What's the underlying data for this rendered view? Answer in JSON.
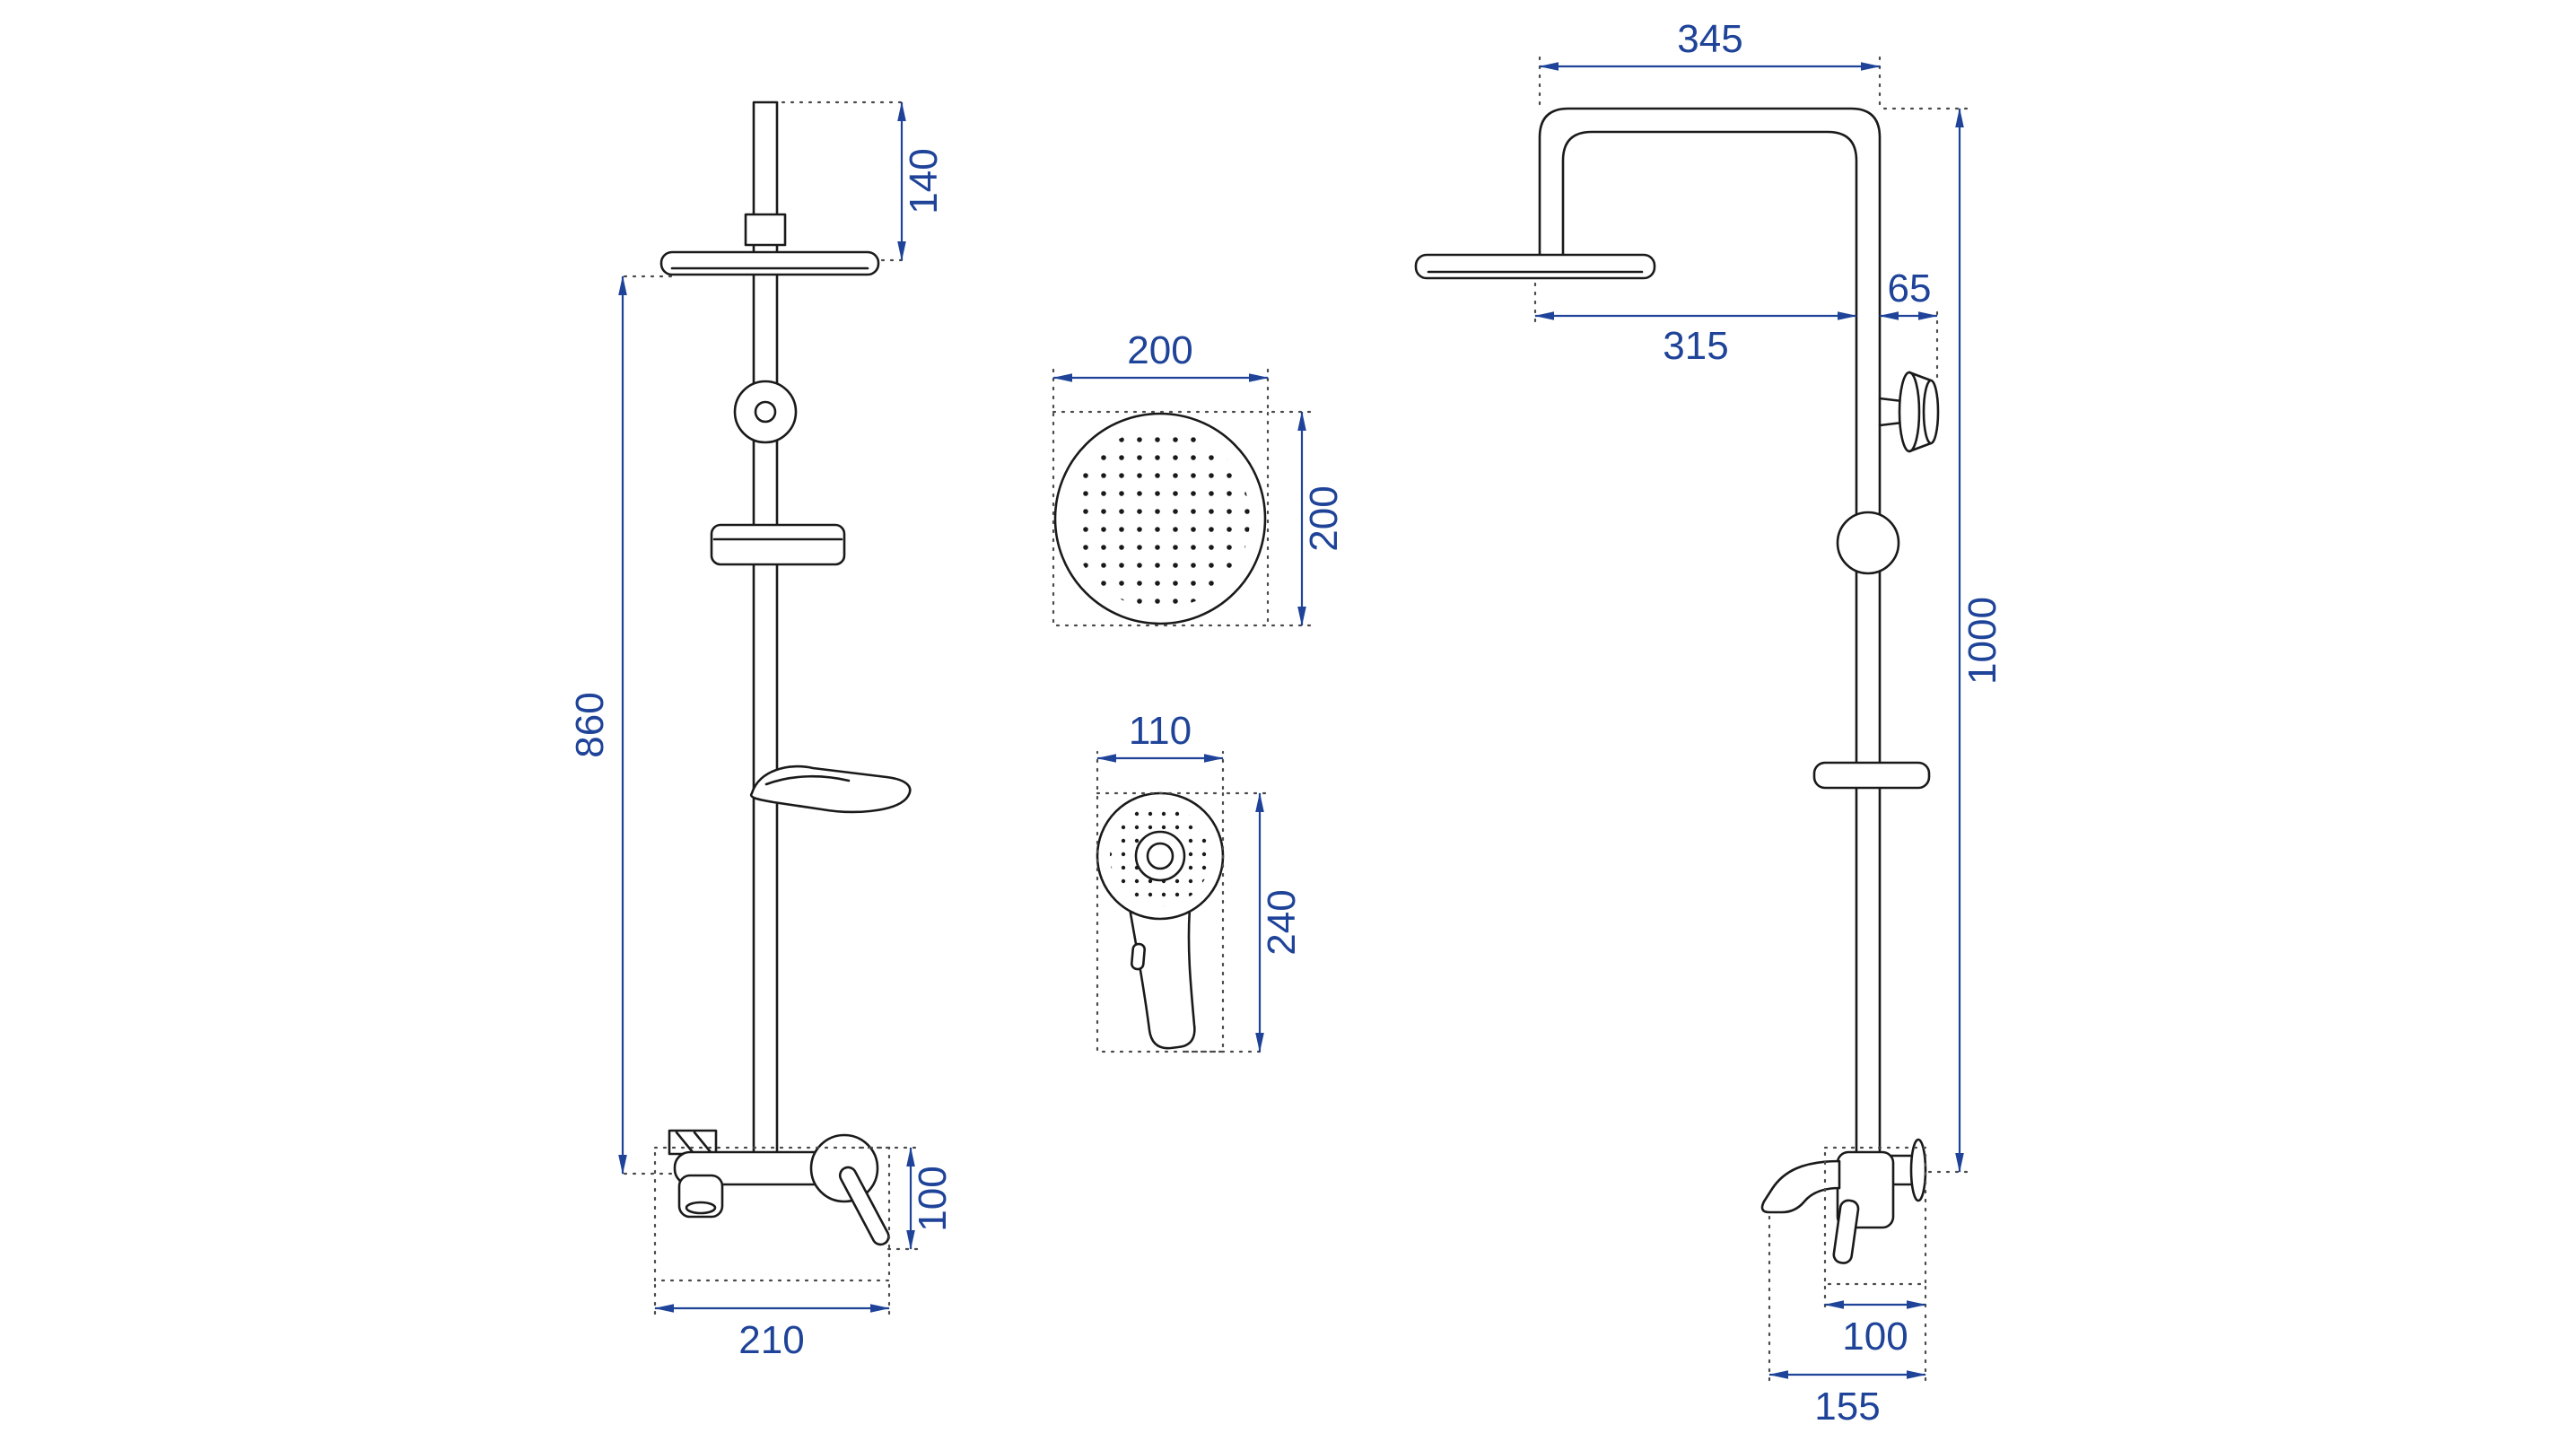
{
  "drawing": {
    "colors": {
      "object_line": "#1a1a1a",
      "dimension": "#1e4398",
      "construction": "#4a4a4a",
      "background": "#ffffff"
    },
    "views": {
      "front": {
        "dims": {
          "head_drop": "140",
          "rail_length": "860",
          "mixer_height": "100",
          "mixer_width": "210"
        }
      },
      "overhead_shower": {
        "dims": {
          "width": "200",
          "height": "200"
        }
      },
      "hand_shower": {
        "dims": {
          "width": "110",
          "length": "240"
        }
      },
      "side": {
        "dims": {
          "arm_reach": "345",
          "head_projection": "315",
          "bracket_offset": "65",
          "column_height": "1000",
          "mixer_depth": "100",
          "total_depth": "155"
        }
      }
    }
  }
}
